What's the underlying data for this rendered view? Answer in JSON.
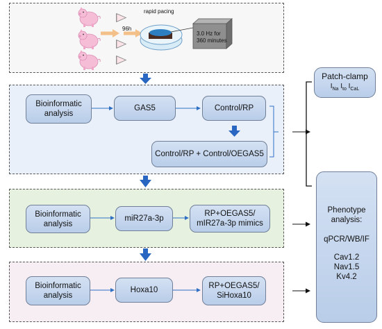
{
  "panel1": {
    "caption": "rapid pacing",
    "duration": "96h",
    "device_label": "3.0 Hz for\n360 minutes"
  },
  "panel2": {
    "bioinformatic": "Bioinformatic\nanalysis",
    "target": "GAS5",
    "groups": "Control/RP",
    "groups_extended": "Control/RP + Control/OEGAS5"
  },
  "panel3": {
    "bioinformatic": "Bioinformatic\nanalysis",
    "target": "miR27a-3p",
    "groups": "RP+OEGAS5/\nmIR27a-3p mimics"
  },
  "panel4": {
    "bioinformatic": "Bioinformatic\nanalysis",
    "target": "Hoxa10",
    "groups": "RP+OEGAS5/\nSiHoxa10"
  },
  "patch_clamp": {
    "title": "Patch-clamp",
    "currents": [
      {
        "base": "I",
        "sub": "Na"
      },
      {
        "base": "I",
        "sub": "to"
      },
      {
        "base": "I",
        "sub": "CaL"
      }
    ]
  },
  "phenotype": {
    "title": "Phenotype\nanalysis:",
    "methods": "qPCR/WB/IF",
    "markers": "Cav1.2\nNav1.5\nKv4.2"
  },
  "colors": {
    "panel1_bg": "#f7f7f7",
    "panel2_bg": "#eaf0fa",
    "panel3_bg": "#e6f1df",
    "panel4_bg": "#f7eef3",
    "node_fill": "#c6d6ee",
    "flow_arrow": "#2e6fc4",
    "big_arrow": "#2866c2",
    "pacing_arrow": "#f3c089",
    "pig": "#f6bdd6"
  },
  "icons": [
    "pig-icon",
    "flask-icon",
    "petri-dish-icon",
    "pacing-device-icon"
  ]
}
